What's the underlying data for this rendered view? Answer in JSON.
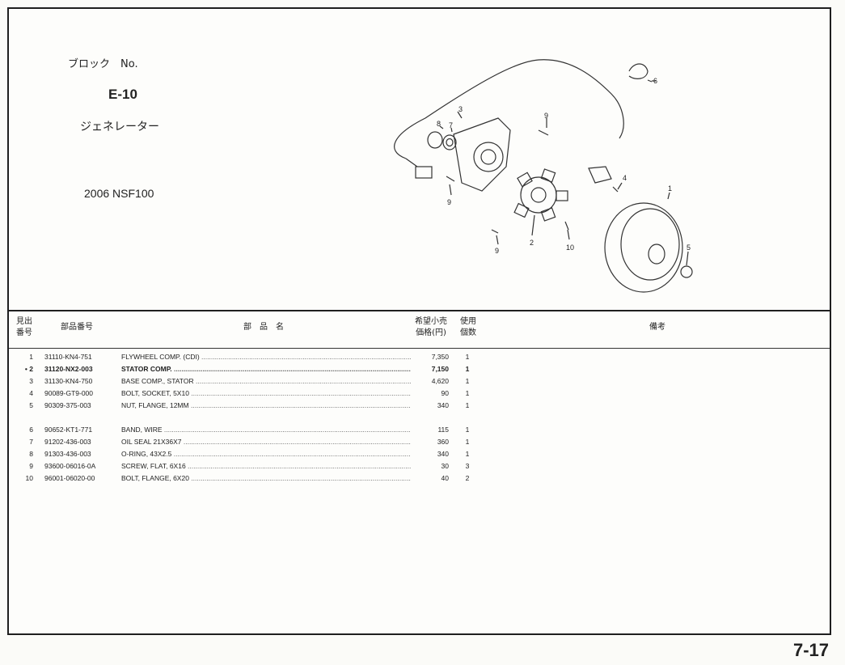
{
  "header": {
    "block_label": "ブロック　No.",
    "block_no": "E-10",
    "block_name": "ジェネレーター",
    "model": "2006 NSF100"
  },
  "diagram_callouts": [
    "1",
    "2",
    "3",
    "4",
    "5",
    "6",
    "7",
    "8",
    "9",
    "9",
    "9",
    "10"
  ],
  "table": {
    "headers": {
      "ref_line1": "見出",
      "ref_line2": "番号",
      "part_no": "部品番号",
      "description": "部　品　名",
      "price_line1": "希望小売",
      "price_line2": "価格(円)",
      "qty_line1": "使用",
      "qty_line2": "個数",
      "remarks": "備考"
    },
    "rows": [
      {
        "ref": "1",
        "part": "31110-KN4-751",
        "desc": "FLYWHEEL COMP. (CDI)",
        "price": "7,350",
        "qty": "1"
      },
      {
        "ref": "• 2",
        "part": "31120-NX2-003",
        "desc": "STATOR COMP.",
        "price": "7,150",
        "qty": "1"
      },
      {
        "ref": "3",
        "part": "31130-KN4-750",
        "desc": "BASE COMP., STATOR",
        "price": "4,620",
        "qty": "1"
      },
      {
        "ref": "4",
        "part": "90089-GT9-000",
        "desc": "BOLT, SOCKET, 5X10",
        "price": "90",
        "qty": "1"
      },
      {
        "ref": "5",
        "part": "90309-375-003",
        "desc": "NUT, FLANGE, 12MM",
        "price": "340",
        "qty": "1"
      },
      {
        "ref": "6",
        "part": "90652-KT1-771",
        "desc": "BAND, WIRE",
        "price": "115",
        "qty": "1"
      },
      {
        "ref": "7",
        "part": "91202-436-003",
        "desc": "OIL SEAL 21X36X7",
        "price": "360",
        "qty": "1"
      },
      {
        "ref": "8",
        "part": "91303-436-003",
        "desc": "O-RING, 43X2.5",
        "price": "340",
        "qty": "1"
      },
      {
        "ref": "9",
        "part": "93600-06016-0A",
        "desc": "SCREW, FLAT, 6X16",
        "price": "30",
        "qty": "3"
      },
      {
        "ref": "10",
        "part": "96001-06020-00",
        "desc": "BOLT, FLANGE, 6X20",
        "price": "40",
        "qty": "2"
      }
    ]
  },
  "page_number": "7-17"
}
